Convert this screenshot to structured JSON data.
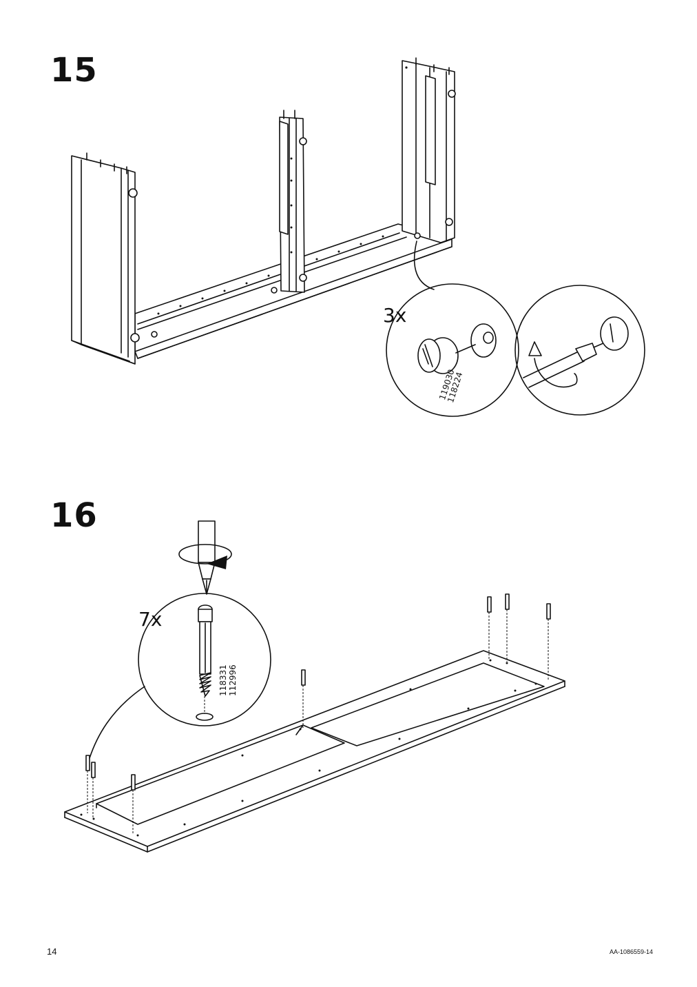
{
  "steps": [
    {
      "number": "15",
      "quantity": "3x",
      "parts": [
        "119030",
        "118224"
      ]
    },
    {
      "number": "16",
      "quantity": "7x",
      "parts": [
        "118331",
        "112996"
      ]
    }
  ],
  "footer": {
    "page_number": "14",
    "doc_code": "AA-1086559-14"
  }
}
